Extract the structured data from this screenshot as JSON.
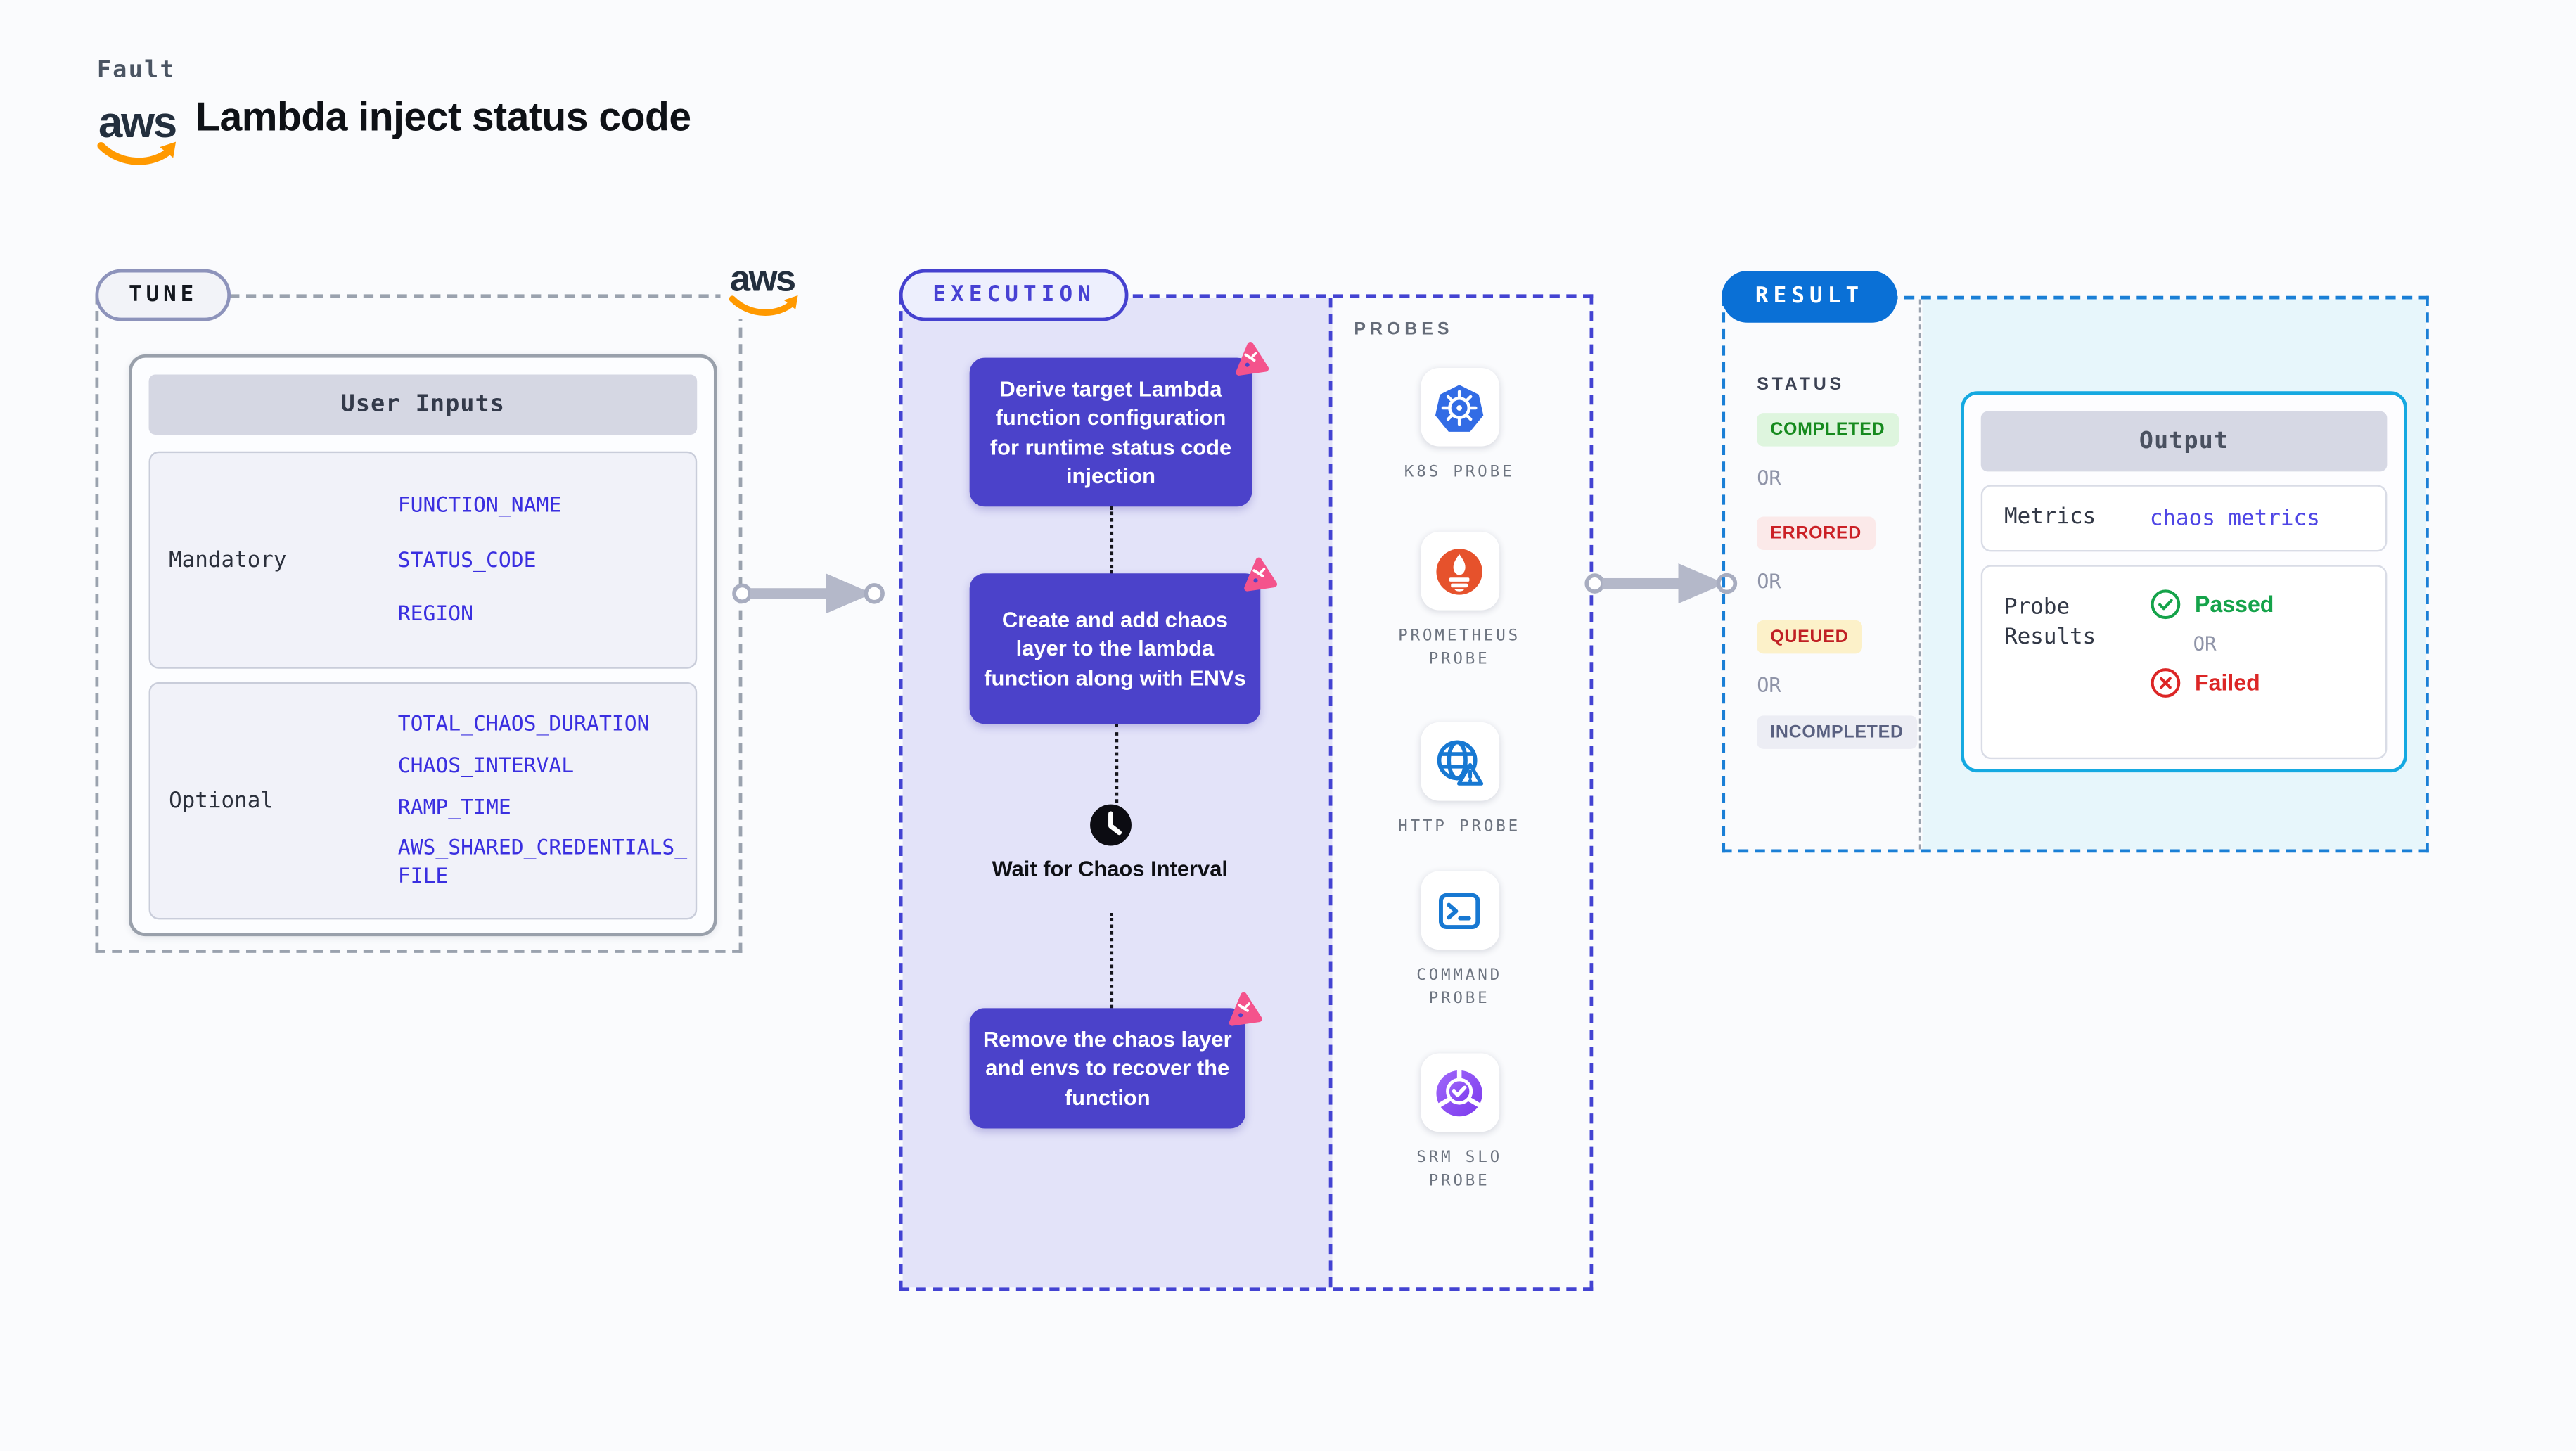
{
  "page": {
    "overline": "Fault",
    "title": "Lambda inject status code",
    "background": "#fafbfd"
  },
  "aws_logo": {
    "text": "aws",
    "text_color": "#232f3e",
    "swoosh_color": "#FF9900"
  },
  "tune": {
    "badge": "TUNE",
    "user_inputs": {
      "title": "User Inputs",
      "param_color": "#3a2fe0",
      "mandatory": {
        "label": "Mandatory",
        "items": [
          "FUNCTION_NAME",
          "STATUS_CODE",
          "REGION"
        ]
      },
      "optional": {
        "label": "Optional",
        "items": [
          "TOTAL_CHAOS_DURATION",
          "CHAOS_INTERVAL",
          "RAMP_TIME",
          "AWS_SHARED_CREDENTIALS_FILE"
        ]
      }
    }
  },
  "execution": {
    "badge": "EXECUTION",
    "accent_color": "#4343d2",
    "step_color": "#4b42ca",
    "steps": [
      "Derive target Lambda function configuration for runtime status code injection",
      "Create and add chaos layer to the lambda function along with ENVs",
      "Remove the chaos layer and envs to recover the function"
    ],
    "wait_step": "Wait for Chaos Interval",
    "probes": {
      "header": "PROBES",
      "items": [
        {
          "label": "K8S PROBE",
          "icon": "kubernetes-icon",
          "color": "#326CE5"
        },
        {
          "label": "PROMETHEUS PROBE",
          "icon": "prometheus-icon",
          "color": "#E6522C"
        },
        {
          "label": "HTTP PROBE",
          "icon": "globe-warning-icon",
          "color": "#1778D2"
        },
        {
          "label": "COMMAND PROBE",
          "icon": "terminal-icon",
          "color": "#1778D2"
        },
        {
          "label": "SRM SLO PROBE",
          "icon": "slo-check-icon",
          "color": "#8B5CF6"
        }
      ]
    }
  },
  "result": {
    "badge": "RESULT",
    "accent_color": "#0a70d6",
    "status": {
      "label": "STATUS",
      "or": "OR",
      "items": [
        {
          "label": "COMPLETED",
          "bg": "#def5de",
          "color": "#168a1e"
        },
        {
          "label": "ERRORED",
          "bg": "#fbe9e9",
          "color": "#cb2026"
        },
        {
          "label": "QUEUED",
          "bg": "#fcf1c9",
          "color": "#c02024"
        },
        {
          "label": "INCOMPLETED",
          "bg": "#ecedf4",
          "color": "#596080"
        }
      ]
    },
    "output": {
      "title": "Output",
      "metrics_label": "Metrics",
      "metrics_value": "chaos metrics",
      "probe_results_label": "Probe Results",
      "passed": "Passed",
      "or": "OR",
      "failed": "Failed",
      "passed_color": "#15a34a",
      "failed_color": "#dc2626"
    }
  }
}
